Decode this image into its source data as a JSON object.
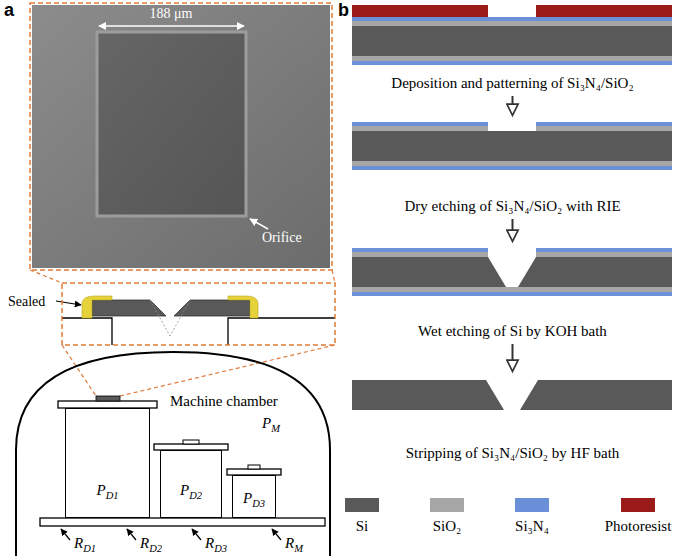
{
  "diagram": {
    "nodes": [
      {
        "text": [
          "Machine chamber",
          "PM"
        ]
      },
      {
        "text": [
          "PD1"
        ],
        "in": 0
      },
      {
        "text": [
          "PD2"
        ],
        "in": 0
      },
      {
        "text": [
          "PD3"
        ],
        "in": 0
      },
      {
        "text": [
          "Deposition and patterning of Si₃N₄/SiO₂"
        ]
      },
      {
        "text": [
          "Dry etching of Si₃N₄/SiO₂ with RIE"
        ]
      },
      {
        "text": [
          "Wet etching of Si by KOH bath"
        ]
      },
      {
        "text": [
          "Stripping of Si₃N₄/SiO₂ by HF bath"
        ]
      }
    ],
    "edges": [
      {
        "from": 4,
        "to": 5,
        "arrow": "to"
      },
      {
        "from": 5,
        "to": 6,
        "arrow": "to"
      },
      {
        "from": 6,
        "to": 7,
        "arrow": "to"
      }
    ],
    "labels": [
      "a",
      "188 μm",
      "Orifice",
      "Sealed",
      "RD1",
      "RD2",
      "RD3",
      "RM",
      "b"
    ],
    "legend": [
      {
        "text": "Si",
        "color": "#595959"
      },
      {
        "text": "SiO₂",
        "color": "#a6a6a6"
      },
      {
        "text": "Si₃N₄",
        "color": "#6b8fd9"
      },
      {
        "text": "Photoresist",
        "color": "#9b1b1b"
      }
    ]
  }
}
